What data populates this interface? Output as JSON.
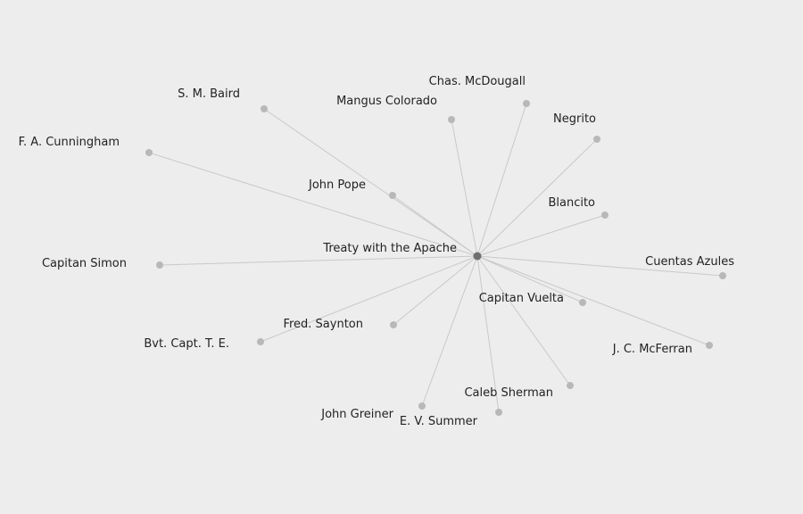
{
  "graph": {
    "center": {
      "id": "treaty",
      "label": "Treaty with the Apache"
    },
    "nodes": [
      {
        "id": "sm-baird",
        "label": "S. M. Baird"
      },
      {
        "id": "mangus-colorado",
        "label": "Mangus Colorado"
      },
      {
        "id": "chas-mcdougall",
        "label": "Chas. McDougall"
      },
      {
        "id": "negrito",
        "label": "Negrito"
      },
      {
        "id": "fa-cunningham",
        "label": "F. A. Cunningham"
      },
      {
        "id": "john-pope",
        "label": "John Pope"
      },
      {
        "id": "blancito",
        "label": "Blancito"
      },
      {
        "id": "capitan-simon",
        "label": "Capitan Simon"
      },
      {
        "id": "cuentas-azules",
        "label": "Cuentas Azules"
      },
      {
        "id": "capitan-vuelta",
        "label": "Capitan Vuelta"
      },
      {
        "id": "fred-saynton",
        "label": "Fred. Saynton"
      },
      {
        "id": "bvt-capt-te",
        "label": "Bvt. Capt. T. E."
      },
      {
        "id": "jc-mcferran",
        "label": "J. C. McFerran"
      },
      {
        "id": "caleb-sherman",
        "label": "Caleb Sherman"
      },
      {
        "id": "john-greiner",
        "label": "John Greiner"
      },
      {
        "id": "ev-summer",
        "label": "E. V. Summer"
      }
    ],
    "colors": {
      "edge": "#c9c9c9",
      "node": "#b8b8b8",
      "center": "#6e6e6e",
      "background": "#ededed"
    }
  }
}
